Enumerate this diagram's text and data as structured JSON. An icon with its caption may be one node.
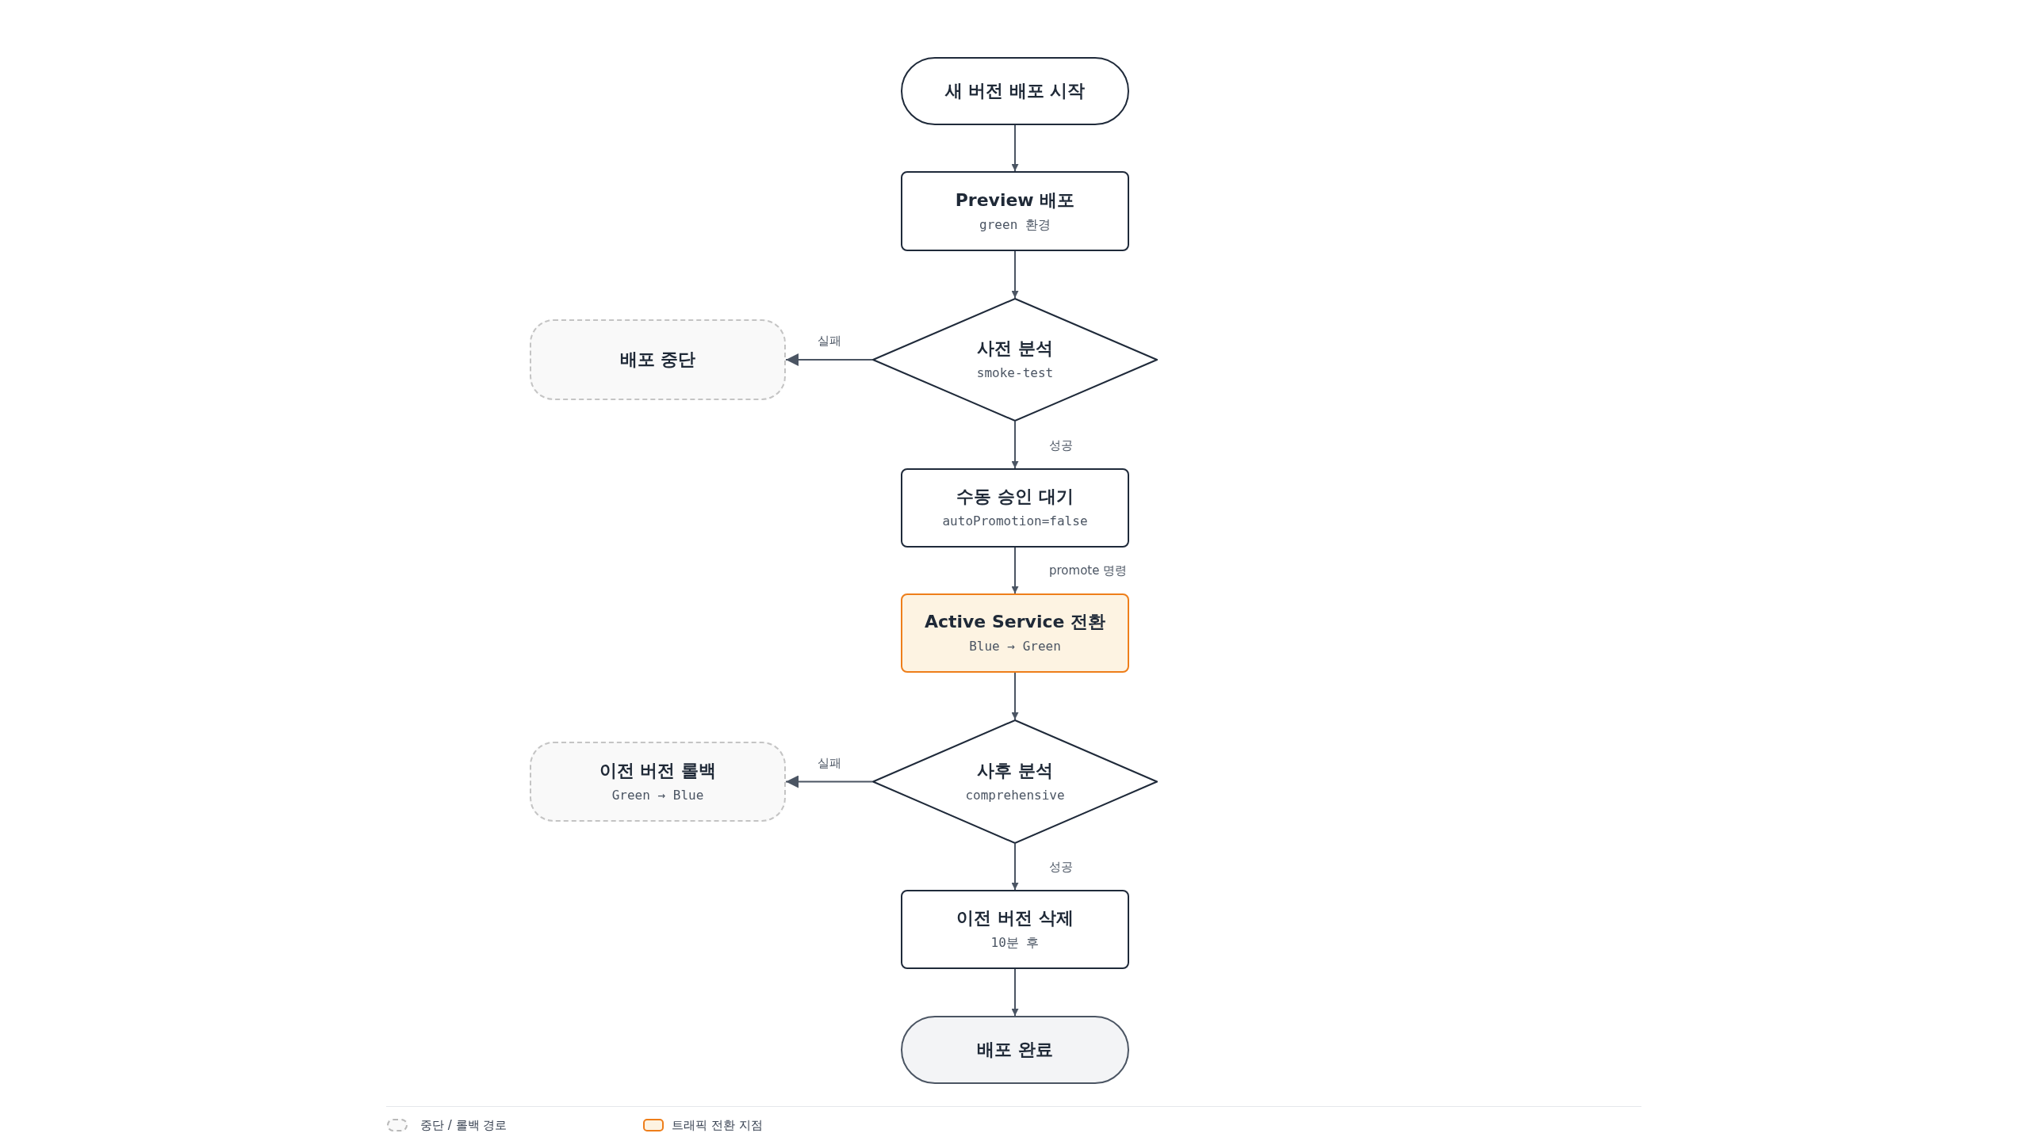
{
  "diagram": {
    "nodes": [
      {
        "text": [
          "새 버전 배포 시작"
        ]
      },
      {
        "text": [
          "Preview 배포",
          "green 환경"
        ]
      },
      {
        "text": [
          "사전 분석",
          "smoke-test"
        ]
      },
      {
        "text": [
          "배포 중단"
        ]
      },
      {
        "text": [
          "수동 승인 대기",
          "autoPromotion=false"
        ]
      },
      {
        "text": [
          "Active Service 전환",
          "Blue → Green"
        ]
      },
      {
        "text": [
          "사후 분석",
          "comprehensive"
        ]
      },
      {
        "text": [
          "이전 버전 롤백",
          "Green → Blue"
        ]
      },
      {
        "text": [
          "이전 버전 삭제",
          "10분 후"
        ]
      },
      {
        "text": [
          "배포 완료"
        ]
      }
    ],
    "edges": [
      {
        "from": 0,
        "to": 1,
        "arrow": "to"
      },
      {
        "from": 1,
        "to": 2,
        "arrow": "to"
      },
      {
        "from": 2,
        "to": 3,
        "arrow": "to",
        "label": "실패"
      },
      {
        "from": 2,
        "to": 4,
        "arrow": "to",
        "label": "성공"
      },
      {
        "from": 4,
        "to": 5,
        "arrow": "to",
        "label": "promote 명령"
      },
      {
        "from": 5,
        "to": 6,
        "arrow": "to"
      },
      {
        "from": 6,
        "to": 7,
        "arrow": "to",
        "label": "실패"
      },
      {
        "from": 6,
        "to": 8,
        "arrow": "to",
        "label": "성공"
      },
      {
        "from": 8,
        "to": 9,
        "arrow": "to"
      }
    ],
    "legend": [
      {
        "text": "중단 / 롤백 경로"
      },
      {
        "text": "트래픽 전환 지점",
        "color": "#fdf3e2"
      }
    ]
  }
}
